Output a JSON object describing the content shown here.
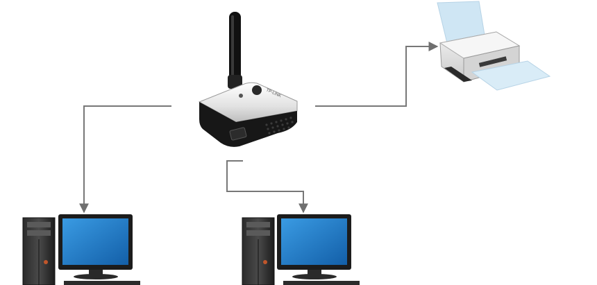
{
  "diagram": {
    "nodes": [
      {
        "id": "print-server",
        "icon": "wireless-print-server-icon",
        "brand_text": "TP-LINK"
      },
      {
        "id": "printer",
        "icon": "printer-icon"
      },
      {
        "id": "computer-left",
        "icon": "desktop-computer-icon"
      },
      {
        "id": "computer-right",
        "icon": "desktop-computer-icon"
      }
    ],
    "connections": [
      {
        "from": "print-server",
        "to": "computer-left",
        "arrow": true
      },
      {
        "from": "print-server",
        "to": "computer-right",
        "arrow": true
      },
      {
        "from": "print-server",
        "to": "printer",
        "arrow": true
      }
    ],
    "colors": {
      "line": "#777777",
      "monitor_screen": "#1d7fcf",
      "device_body": "#e6e6e6",
      "device_dark": "#1a1a1a"
    }
  }
}
